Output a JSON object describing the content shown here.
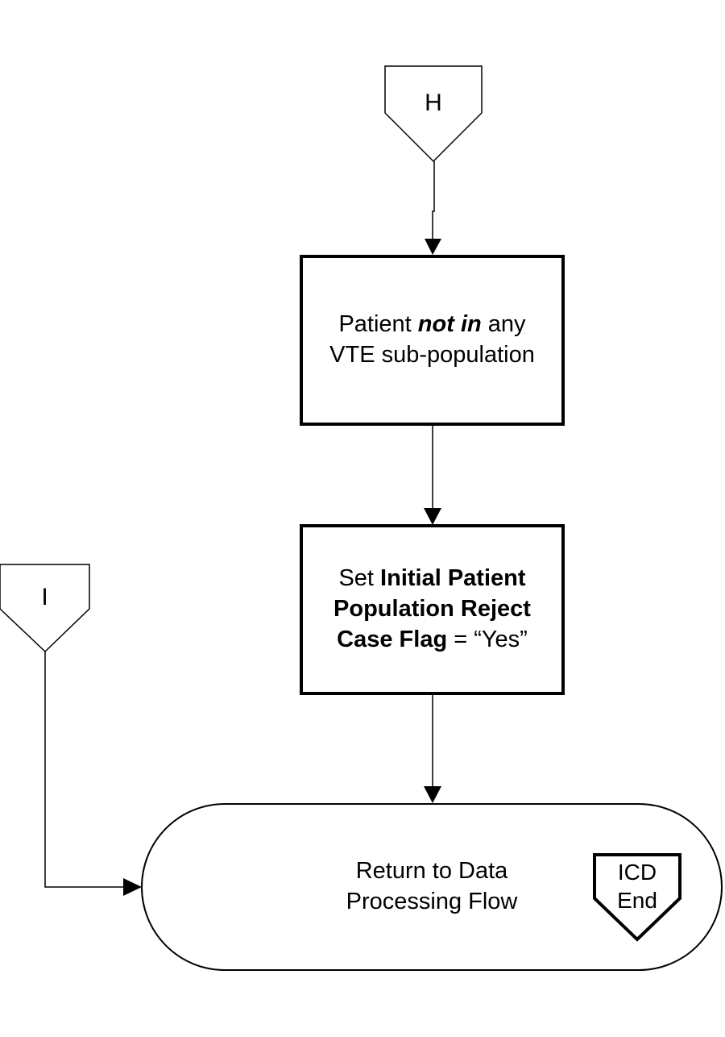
{
  "connector_h": {
    "label": "H"
  },
  "connector_i": {
    "label": "I"
  },
  "box_not_in_population": {
    "line1_pre": "Patient ",
    "line1_emph": "not in",
    "line1_post": " any",
    "line2": "VTE sub-population"
  },
  "box_set_flag": {
    "line1_pre": "Set ",
    "line1_bold": "Initial Patient",
    "line2_bold": "Population Reject",
    "line3_bold": "Case Flag",
    "line3_post": " = “Yes”"
  },
  "terminator": {
    "line1": "Return to Data",
    "line2": "Processing Flow"
  },
  "icd_end": {
    "line1": "ICD",
    "line2": "End"
  }
}
